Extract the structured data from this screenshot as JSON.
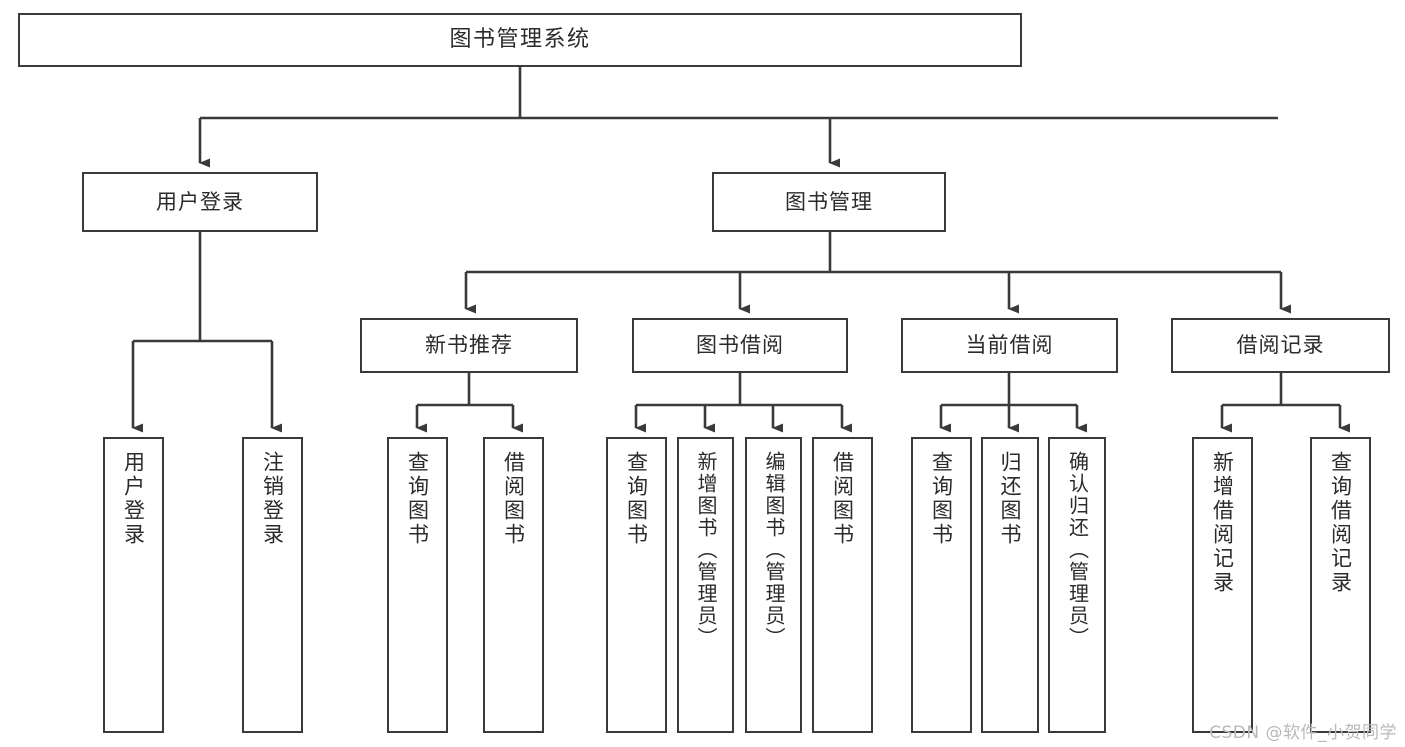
{
  "diagram": {
    "title": "图书管理系统",
    "type": "function-structure-tree",
    "root": {
      "id": "root",
      "label": "图书管理系统"
    },
    "level1": [
      {
        "id": "user-login",
        "label": "用户登录"
      },
      {
        "id": "book-manage",
        "label": "图书管理"
      }
    ],
    "level2": [
      {
        "id": "new-book-rec",
        "label": "新书推荐",
        "parent": "book-manage"
      },
      {
        "id": "book-borrow",
        "label": "图书借阅",
        "parent": "book-manage"
      },
      {
        "id": "current-borrow",
        "label": "当前借阅",
        "parent": "book-manage"
      },
      {
        "id": "borrow-record",
        "label": "借阅记录",
        "parent": "book-manage"
      }
    ],
    "leaves": [
      {
        "id": "leaf-user-login",
        "label": "用户登录",
        "parent": "user-login"
      },
      {
        "id": "leaf-logout",
        "label": "注销登录",
        "parent": "user-login"
      },
      {
        "id": "leaf-query-book-1",
        "label": "查询图书",
        "parent": "new-book-rec"
      },
      {
        "id": "leaf-borrow-book-1",
        "label": "借阅图书",
        "parent": "new-book-rec"
      },
      {
        "id": "leaf-query-book-2",
        "label": "查询图书",
        "parent": "book-borrow"
      },
      {
        "id": "leaf-add-book",
        "label": "新增图书（管理员）",
        "parent": "book-borrow"
      },
      {
        "id": "leaf-edit-book",
        "label": "编辑图书（管理员）",
        "parent": "book-borrow"
      },
      {
        "id": "leaf-borrow-book-2",
        "label": "借阅图书",
        "parent": "book-borrow"
      },
      {
        "id": "leaf-query-book-3",
        "label": "查询图书",
        "parent": "current-borrow"
      },
      {
        "id": "leaf-return-book",
        "label": "归还图书",
        "parent": "current-borrow"
      },
      {
        "id": "leaf-confirm-return",
        "label": "确认归还（管理员）",
        "parent": "current-borrow"
      },
      {
        "id": "leaf-add-record",
        "label": "新增借阅记录",
        "parent": "borrow-record"
      },
      {
        "id": "leaf-query-record",
        "label": "查询借阅记录",
        "parent": "borrow-record"
      }
    ]
  },
  "watermark": {
    "text": "CSDN @软件_小贺同学"
  },
  "colors": {
    "stroke": "#3a3a3a",
    "background": "#ffffff",
    "text": "#2b2b2b",
    "watermark": "#b9b9b9"
  }
}
